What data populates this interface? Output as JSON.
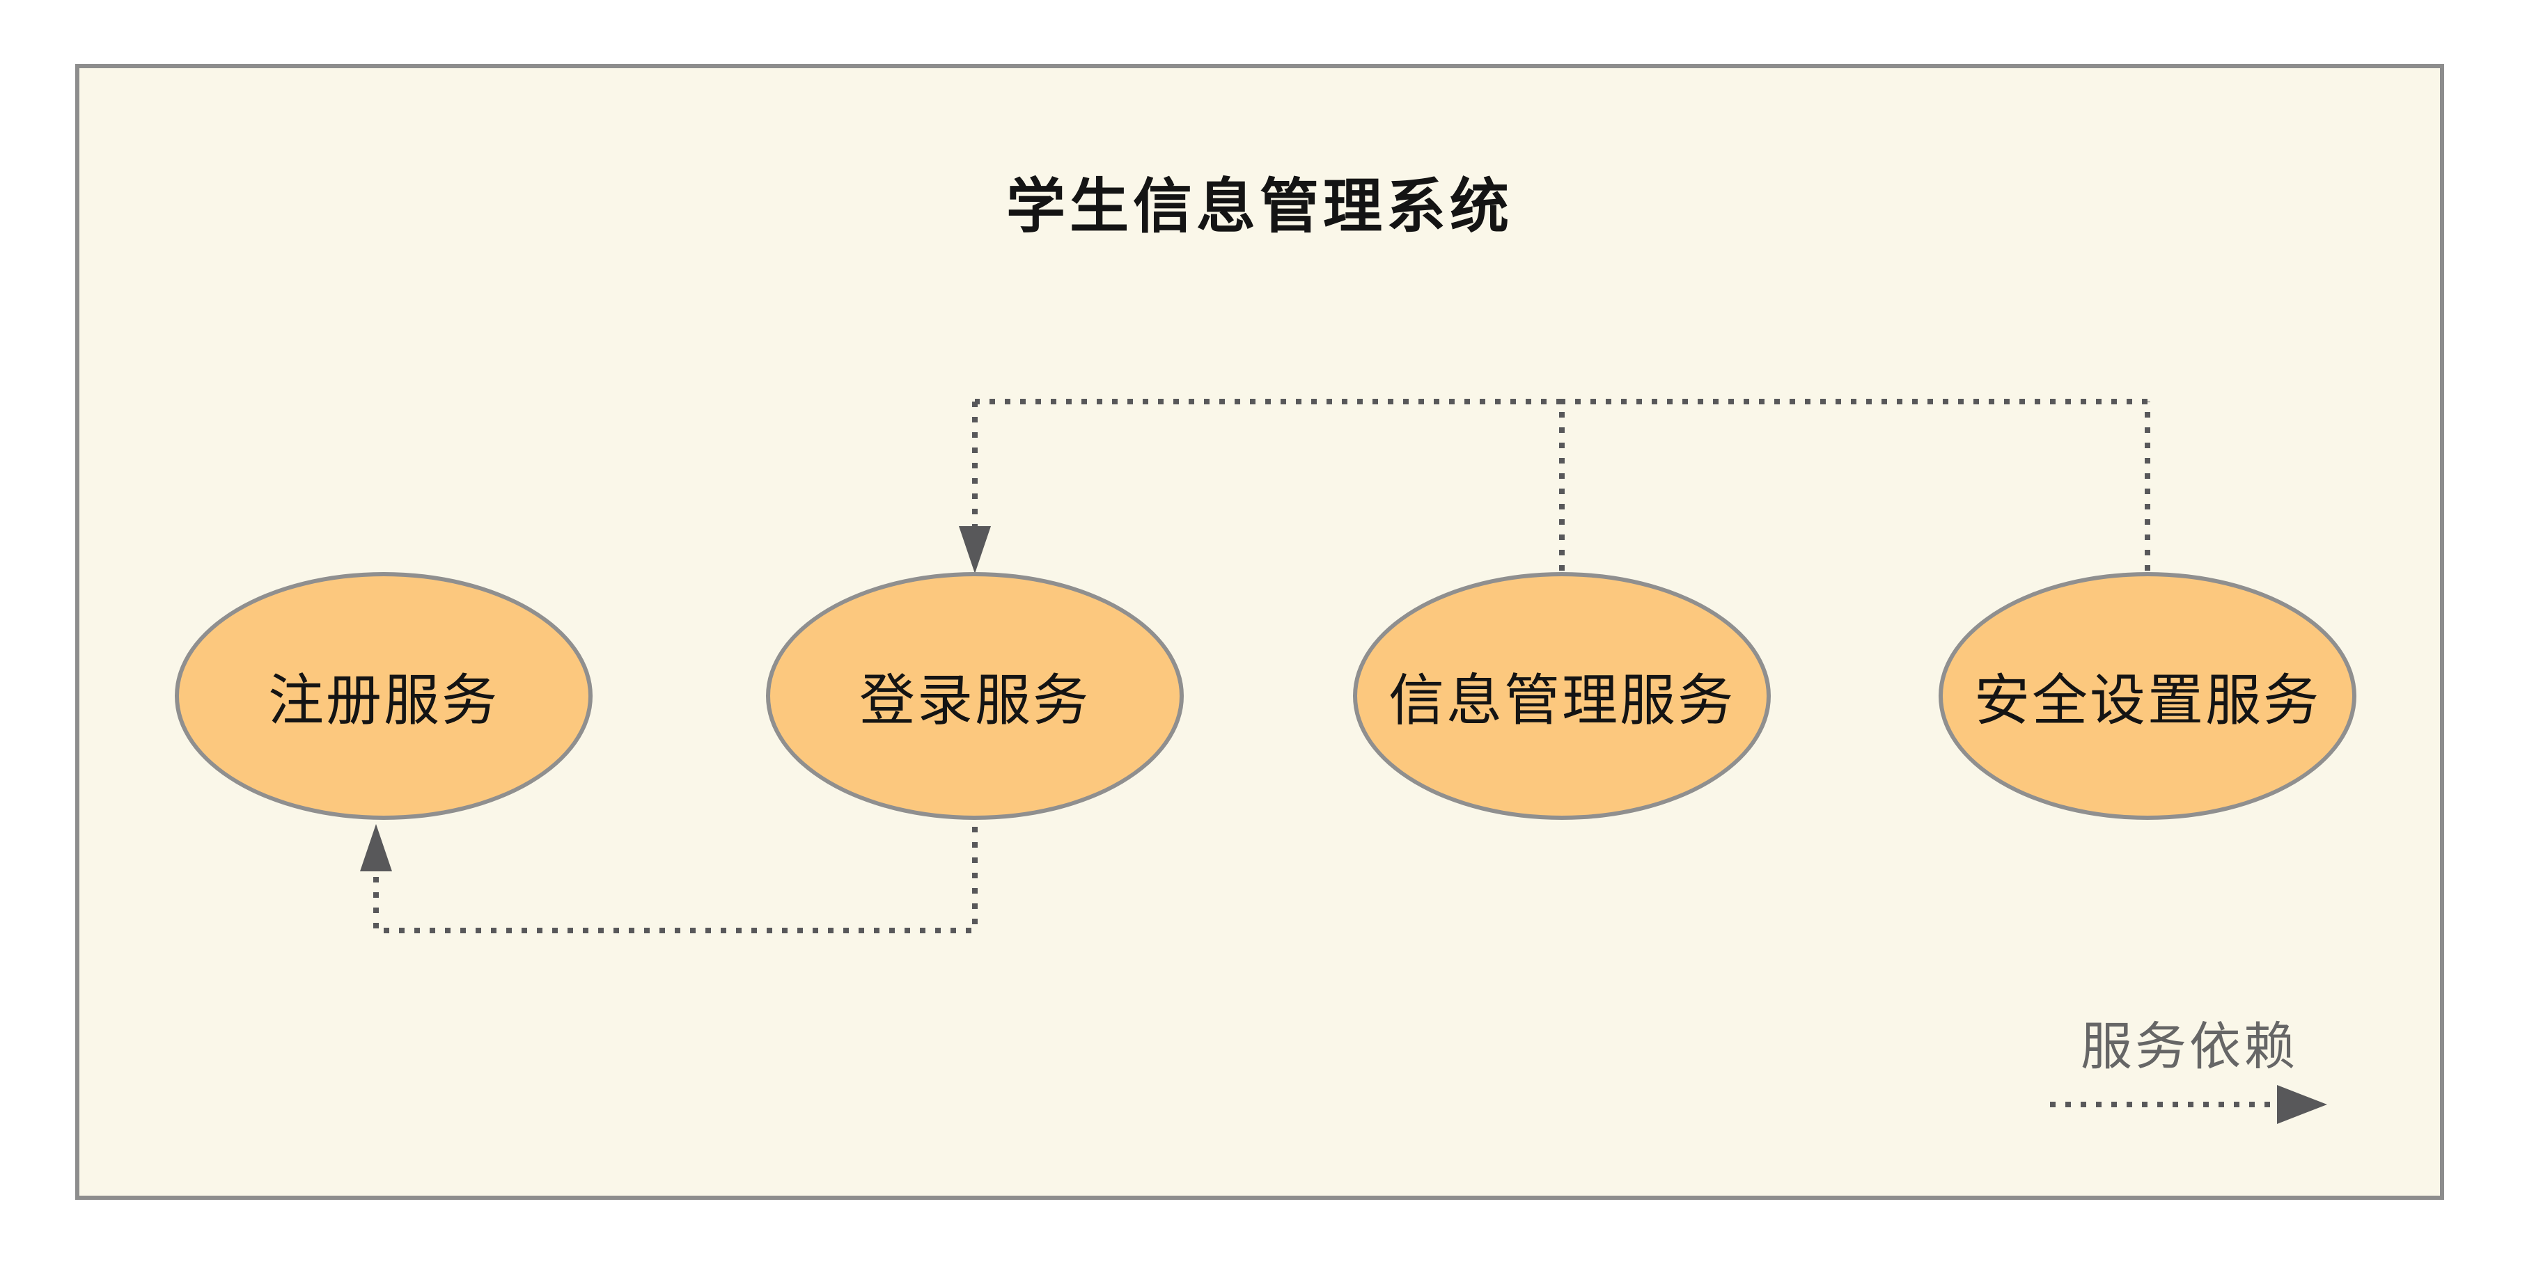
{
  "diagram": {
    "title": "学生信息管理系统",
    "nodes": [
      {
        "id": "register",
        "label": "注册服务"
      },
      {
        "id": "login",
        "label": "登录服务"
      },
      {
        "id": "info",
        "label": "信息管理服务"
      },
      {
        "id": "security",
        "label": "安全设置服务"
      }
    ],
    "edges": [
      {
        "from": "登录服务",
        "to": "注册服务",
        "type": "服务依赖"
      },
      {
        "from": "信息管理服务",
        "to": "登录服务",
        "type": "服务依赖"
      },
      {
        "from": "安全设置服务",
        "to": "登录服务",
        "type": "服务依赖"
      }
    ],
    "legend": {
      "label": "服务依赖"
    },
    "colors": {
      "page_background": "#FFFFFF",
      "canvas_background": "#FAF7E9",
      "canvas_border": "#8D8D8D",
      "node_fill": "#FCC87E",
      "node_border": "#8F8F8F",
      "node_text": "#141414",
      "title_text": "#141414",
      "edge_line": "#58585A",
      "legend_text": "#666666"
    }
  }
}
